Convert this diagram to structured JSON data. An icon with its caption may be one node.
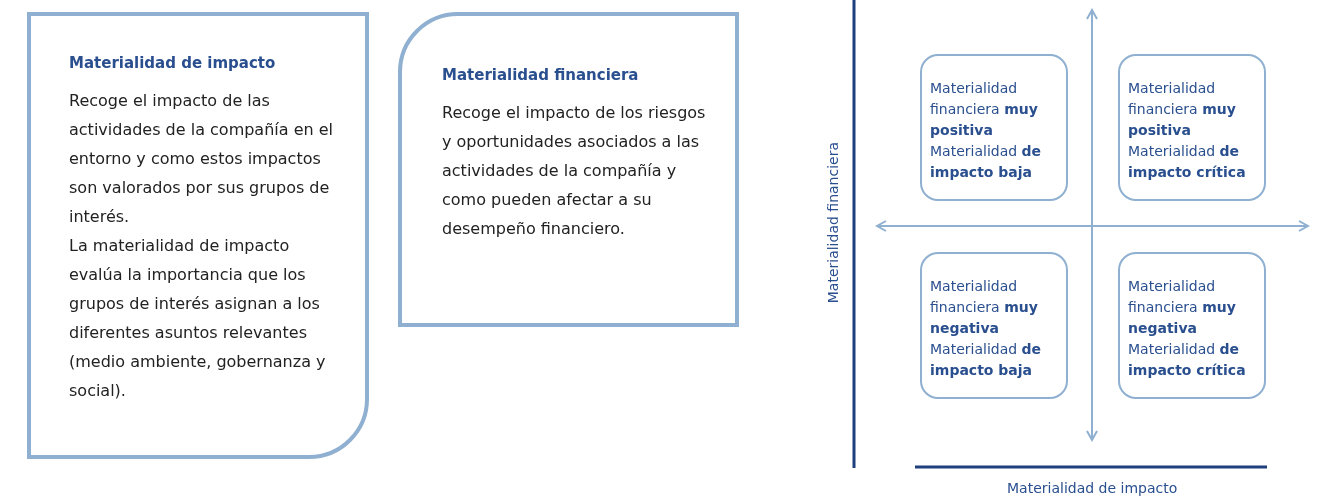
{
  "diagram": {
    "nodes": [
      {
        "text": [
          "Materialidad de impacto",
          "Recoge el impacto de las actividades de la compañía en el entorno y como estos impactos son valorados por sus grupos de interés.",
          "La materialidad de impacto evalúa la importancia que los grupos de interés asignan a los diferentes asuntos relevantes (medio ambiente, gobernanza y social)."
        ]
      },
      {
        "text": [
          "Materialidad financiera",
          "Recoge el impacto de los riesgos y oportunidades asociados a las actividades de la compañía y como pueden afectar a su desempeño financiero."
        ]
      },
      {
        "text": [
          "Materialidad financiera **muy positiva** Materialidad **de impacto baja**"
        ]
      },
      {
        "text": [
          "Materialidad financiera **muy positiva** Materialidad **de impacto crítica**"
        ]
      },
      {
        "text": [
          "Materialidad financiera **muy negativa** Materialidad **de impacto baja**"
        ]
      },
      {
        "text": [
          "Materialidad financiera **muy negativa** Materialidad **de impacto crítica**"
        ]
      }
    ],
    "edges": [],
    "labels": [
      "Materialidad financiera",
      "Materialidad de impacto"
    ]
  }
}
